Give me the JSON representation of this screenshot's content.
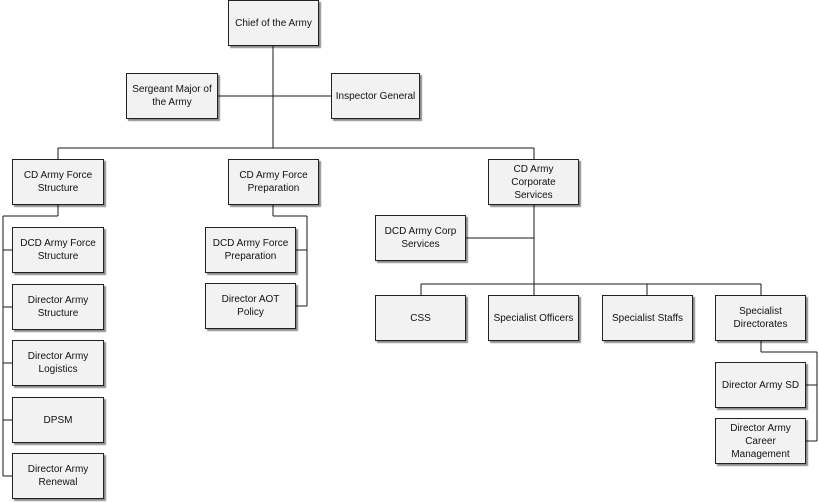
{
  "nodes": {
    "chief": "Chief of the Army",
    "smj": "Sergeant Major of\nthe Army",
    "ig": "Inspector General",
    "cd_fs": "CD Army Force\nStructure",
    "cd_fp": "CD Army Force\nPreparation",
    "cd_cs": "CD Army Corporate\nServices",
    "dcd_fs": "DCD Army Force\nStructure",
    "dir_struct": "Director Army\nStructure",
    "dir_log": "Director Army\nLogistics",
    "dpsm": "DPSM",
    "dir_renewal": "Director Army\nRenewal",
    "dcd_fp": "DCD Army Force\nPreparation",
    "dir_aot": "Director AOT Policy",
    "dcd_cs": "DCD Army Corp\nServices",
    "css": "CSS",
    "spec_off": "Specialist Officers",
    "spec_staffs": "Specialist Staffs",
    "spec_dir": "Specialist\nDirectorates",
    "dir_sd": "Director Army SD",
    "dir_career": "Director Army\nCareer Management"
  }
}
